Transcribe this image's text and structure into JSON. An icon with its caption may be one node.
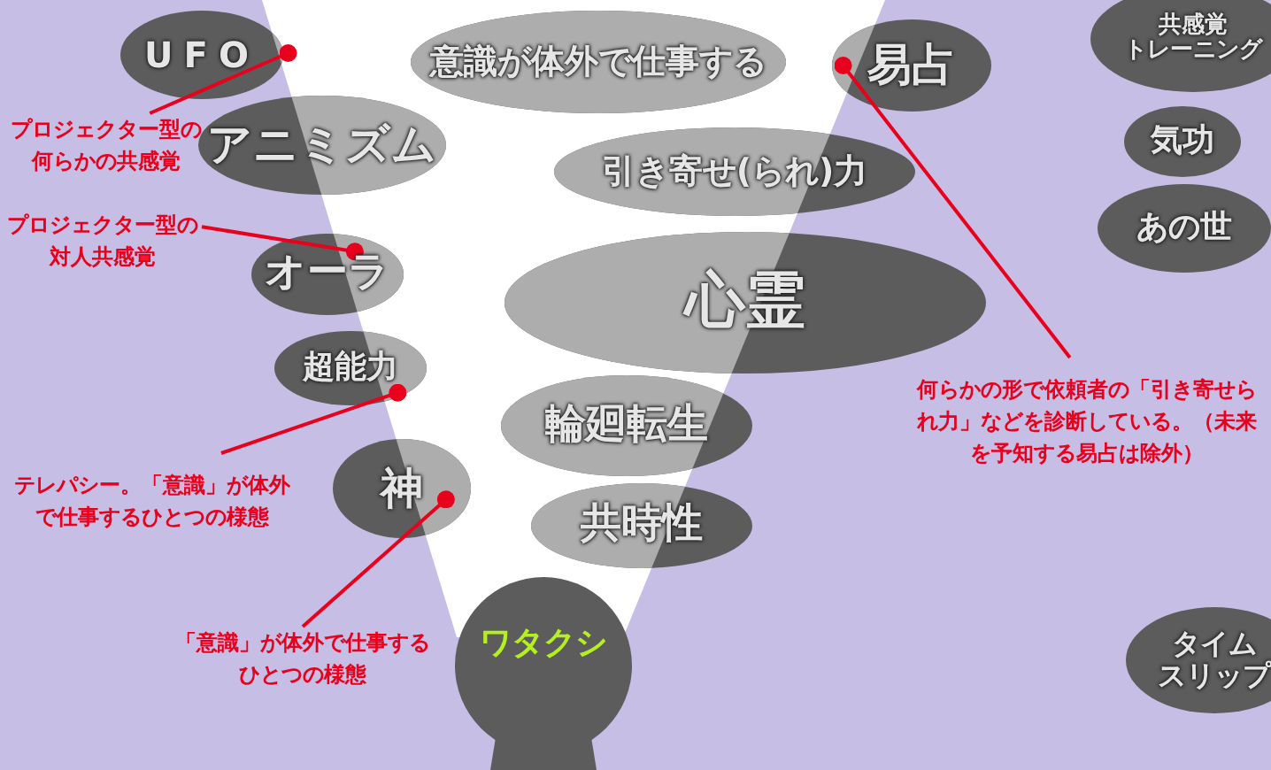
{
  "diagram": {
    "nodes": [
      {
        "text": [
          "UFO"
        ]
      },
      {
        "text": [
          "アニミズム"
        ]
      },
      {
        "text": [
          "オーラ"
        ]
      },
      {
        "text": [
          "超能力"
        ]
      },
      {
        "text": [
          "神"
        ]
      },
      {
        "text": [
          "意識が体外で仕事する"
        ]
      },
      {
        "text": [
          "易占"
        ]
      },
      {
        "text": [
          "引き寄せ(られ)力"
        ]
      },
      {
        "text": [
          "心霊"
        ]
      },
      {
        "text": [
          "輪廻転生"
        ]
      },
      {
        "text": [
          "共時性"
        ]
      },
      {
        "text": [
          "ワタクシ"
        ]
      },
      {
        "text": [
          "共感覚",
          "トレーニング"
        ]
      },
      {
        "text": [
          "気功"
        ]
      },
      {
        "text": [
          "あの世"
        ]
      },
      {
        "text": [
          "タイム",
          "スリップ"
        ]
      },
      {
        "text": [
          "プロジェクター型の何らかの共感覚"
        ]
      },
      {
        "text": [
          "プロジェクター型の対人共感覚"
        ]
      },
      {
        "text": [
          "テレパシー。「意識」が体外で仕事するひとつの様態"
        ]
      },
      {
        "text": [
          "「意識」が体外で仕事するひとつの様態"
        ]
      },
      {
        "text": [
          "何らかの形で依頼者の「引き寄せられ力」などを診断している。（未来を予知する易占は除外）"
        ]
      }
    ],
    "edges": [
      {
        "from": 16,
        "to": 0,
        "arrow": "other"
      },
      {
        "from": 17,
        "to": 2,
        "arrow": "other"
      },
      {
        "from": 18,
        "to": 3,
        "arrow": "other"
      },
      {
        "from": 19,
        "to": 4,
        "arrow": "other"
      },
      {
        "from": 20,
        "to": 6,
        "arrow": "other"
      }
    ]
  }
}
